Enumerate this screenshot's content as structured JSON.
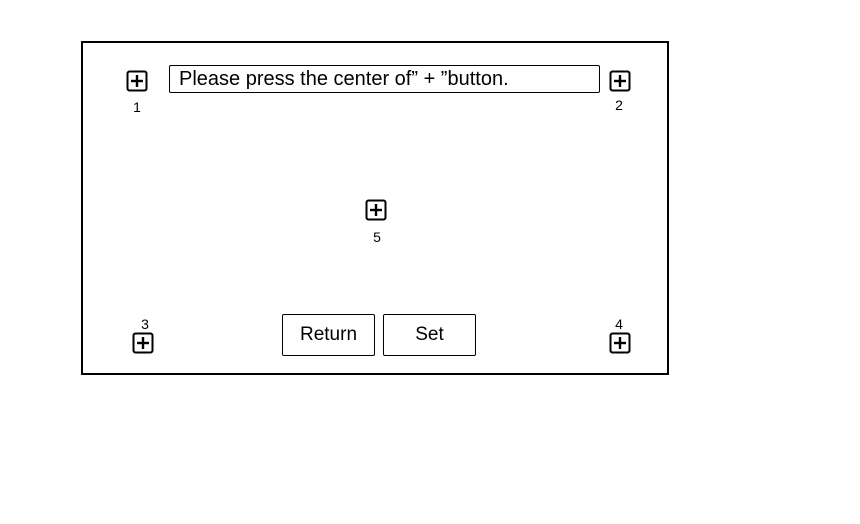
{
  "message": "Please press the center of” + ”button.",
  "targets": [
    {
      "label": "1",
      "icon": "plus-box-icon"
    },
    {
      "label": "2",
      "icon": "plus-box-icon"
    },
    {
      "label": "3",
      "icon": "plus-box-icon"
    },
    {
      "label": "4",
      "icon": "plus-box-icon"
    },
    {
      "label": "5",
      "icon": "plus-box-icon"
    }
  ],
  "buttons": {
    "return_label": "Return",
    "set_label": "Set"
  }
}
